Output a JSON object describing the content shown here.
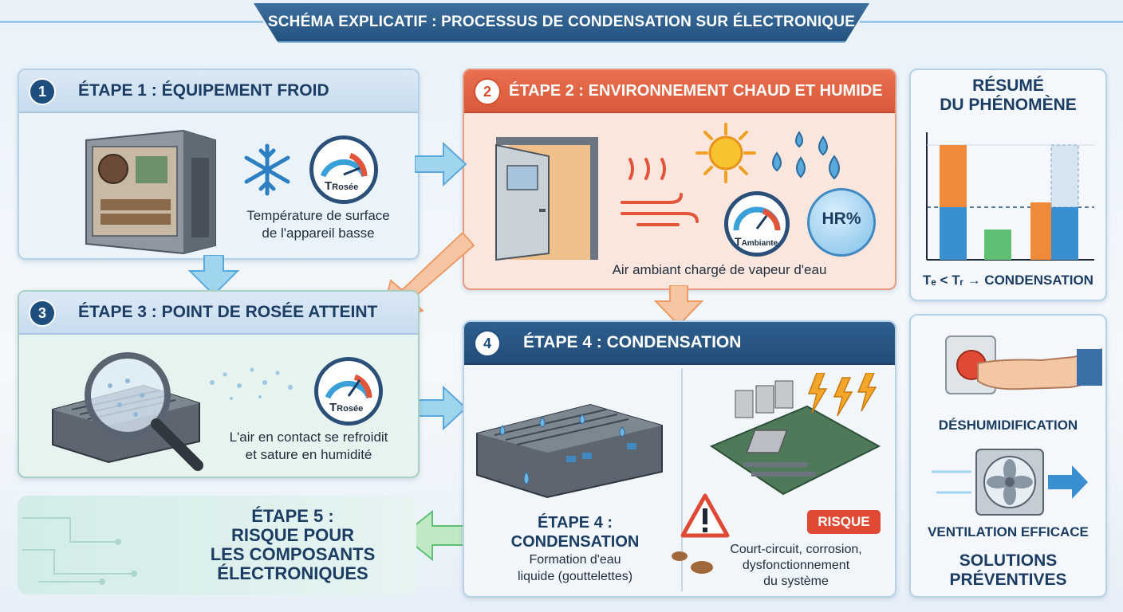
{
  "header": {
    "title": "SCHÉMA EXPLICATIF : PROCESSUS DE CONDENSATION SUR ÉLECTRONIQUE"
  },
  "step1": {
    "number": "1",
    "title": "ÉTAPE 1 : ÉQUIPEMENT FROID",
    "gauge_label": "T",
    "gauge_sub": "Rosée",
    "caption_line1": "Température de surface",
    "caption_line2": "de l'appareil basse"
  },
  "step2": {
    "number": "2",
    "title": "ÉTAPE 2 : ENVIRONNEMENT CHAUD ET HUMIDE",
    "gauge_label": "T",
    "gauge_sub": "Ambiante",
    "humidity_label": "HR%",
    "caption": "Air ambiant chargé de vapeur d'eau"
  },
  "step3": {
    "number": "3",
    "title": "ÉTAPE 3 : POINT DE ROSÉE ATTEINT",
    "gauge_label": "T",
    "gauge_sub": "Rosée",
    "caption_line1": "L'air en contact se refroidit",
    "caption_line2": "et sature en humidité"
  },
  "step4": {
    "number": "4",
    "title": "ÉTAPE 4 : CONDENSATION",
    "sub_title_line1": "ÉTAPE 4 :",
    "sub_title_line2": "CONDENSATION",
    "sub_caption_line1": "Formation d'eau",
    "sub_caption_line2": "liquide (gouttelettes)",
    "risk_badge": "RISQUE",
    "risk_line1": "Court-circuit, corrosion,",
    "risk_line2": "dysfonctionnement",
    "risk_line3": "du système"
  },
  "step5": {
    "line1": "ÉTAPE 5 :",
    "line2": "RISQUE POUR",
    "line3": "LES COMPOSANTS",
    "line4": "ÉLECTRONIQUES"
  },
  "summary": {
    "title_line1": "RÉSUMÉ",
    "title_line2": "DU PHÉNOMÈNE",
    "formula": "Tₑ < Tᵣ → CONDENSATION"
  },
  "solutions": {
    "item1": "DÉSHUMIDIFICATION",
    "item2": "VENTILATION EFFICACE",
    "title_line1": "SOLUTIONS",
    "title_line2": "PRÉVENTIVES"
  },
  "colors": {
    "navy": "#1c3d63",
    "orange": "#e96f4d",
    "teal": "#4fb6c9",
    "green": "#5fbf72",
    "danger": "#e04a34"
  },
  "icons": [
    "snowflake-icon",
    "gauge-icon",
    "sun-icon",
    "water-drop-icon",
    "magnifier-icon",
    "lightning-icon",
    "warning-icon",
    "push-button-icon",
    "fan-icon",
    "arrow-icon"
  ]
}
